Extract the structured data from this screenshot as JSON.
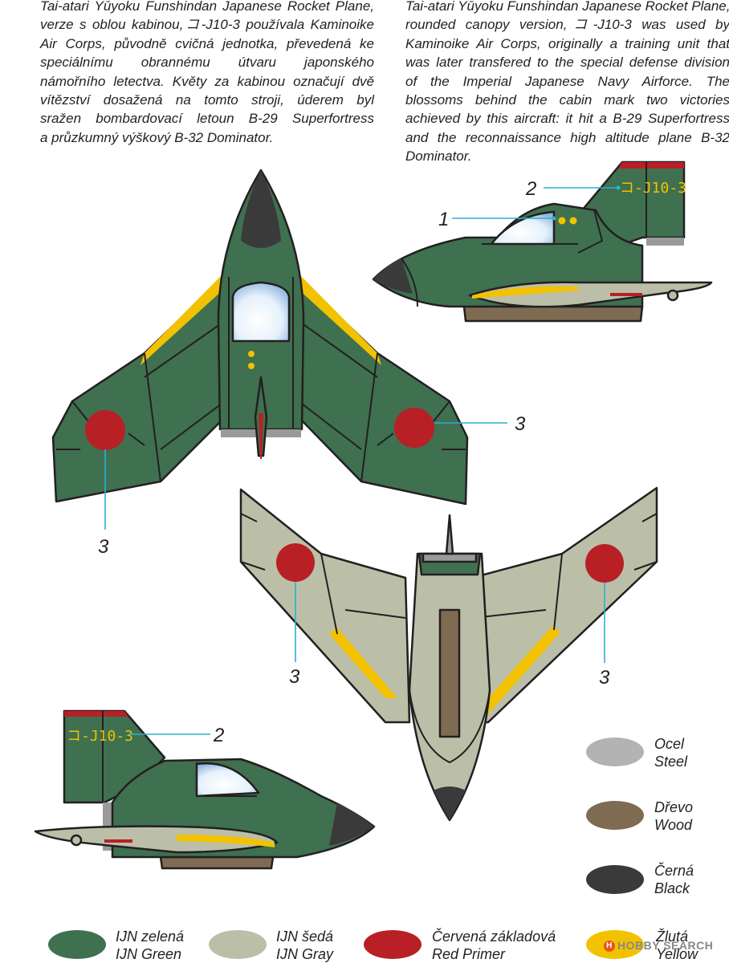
{
  "description_cz": {
    "lines": [
      "Tai-atari Yūyoku Funshindan Japanese Rocket Plane,",
      "verze s oblou kabinou,コ-J10-3 používala Kaminoike",
      "Air Corps, původně cvičná jednotka, převedená ke",
      "speciálnímu obrannému útvaru japonského",
      "námořního letectva. Květy za kabinou označují dvě",
      "vítězství dosažená na tomto stroji, úderem byl",
      "sražen bombardovací letoun B-29 Superfortress",
      "a průzkumný výškový B-32 Dominator."
    ]
  },
  "description_en": {
    "lines": [
      "Tai-atari Yūyoku Funshindan Japanese Rocket Plane,",
      "rounded canopy version,コ-J10-3 was used by",
      "Kaminoike Air Corps, originally a training unit that",
      "was later transfered to the special defense division",
      "of the Imperial Japanese Navy Airforce. The",
      "blossoms behind the cabin mark two victories",
      "achieved by this aircraft: it hit a B-29 Superfortress",
      "and the reconnaissance high altitude plane B-32",
      "Dominator."
    ]
  },
  "callouts": {
    "one": "1",
    "two": "2",
    "three": "3"
  },
  "tail_code": "コ-J10-3",
  "swatches": [
    {
      "name_cz": "Ocel",
      "name_en": "Steel",
      "color": "#b3b3b3"
    },
    {
      "name_cz": "Dřevo",
      "name_en": "Wood",
      "color": "#7f6b52"
    },
    {
      "name_cz": "Černá",
      "name_en": "Black",
      "color": "#3a3a3a"
    },
    {
      "name_cz": "IJN zelená",
      "name_en": "IJN Green",
      "color": "#3f7050"
    },
    {
      "name_cz": "IJN šedá",
      "name_en": "IJN Gray",
      "color": "#bcbfa8"
    },
    {
      "name_cz": "Červená základová",
      "name_en": "Red Primer",
      "color": "#b82025"
    },
    {
      "name_cz": "Žlutá",
      "name_en": "Yellow",
      "color": "#f2c200"
    }
  ],
  "colors": {
    "ijn_green": "#3f7050",
    "ijn_gray": "#bcbfa8",
    "red_primer": "#b82025",
    "yellow": "#f2c200",
    "steel": "#9a9a9a",
    "wood": "#7f6b52",
    "black": "#3a3a3a",
    "canopy": "#dfeefc",
    "leader": "#2bb0cf"
  },
  "watermark": "HOBBY SEARCH"
}
